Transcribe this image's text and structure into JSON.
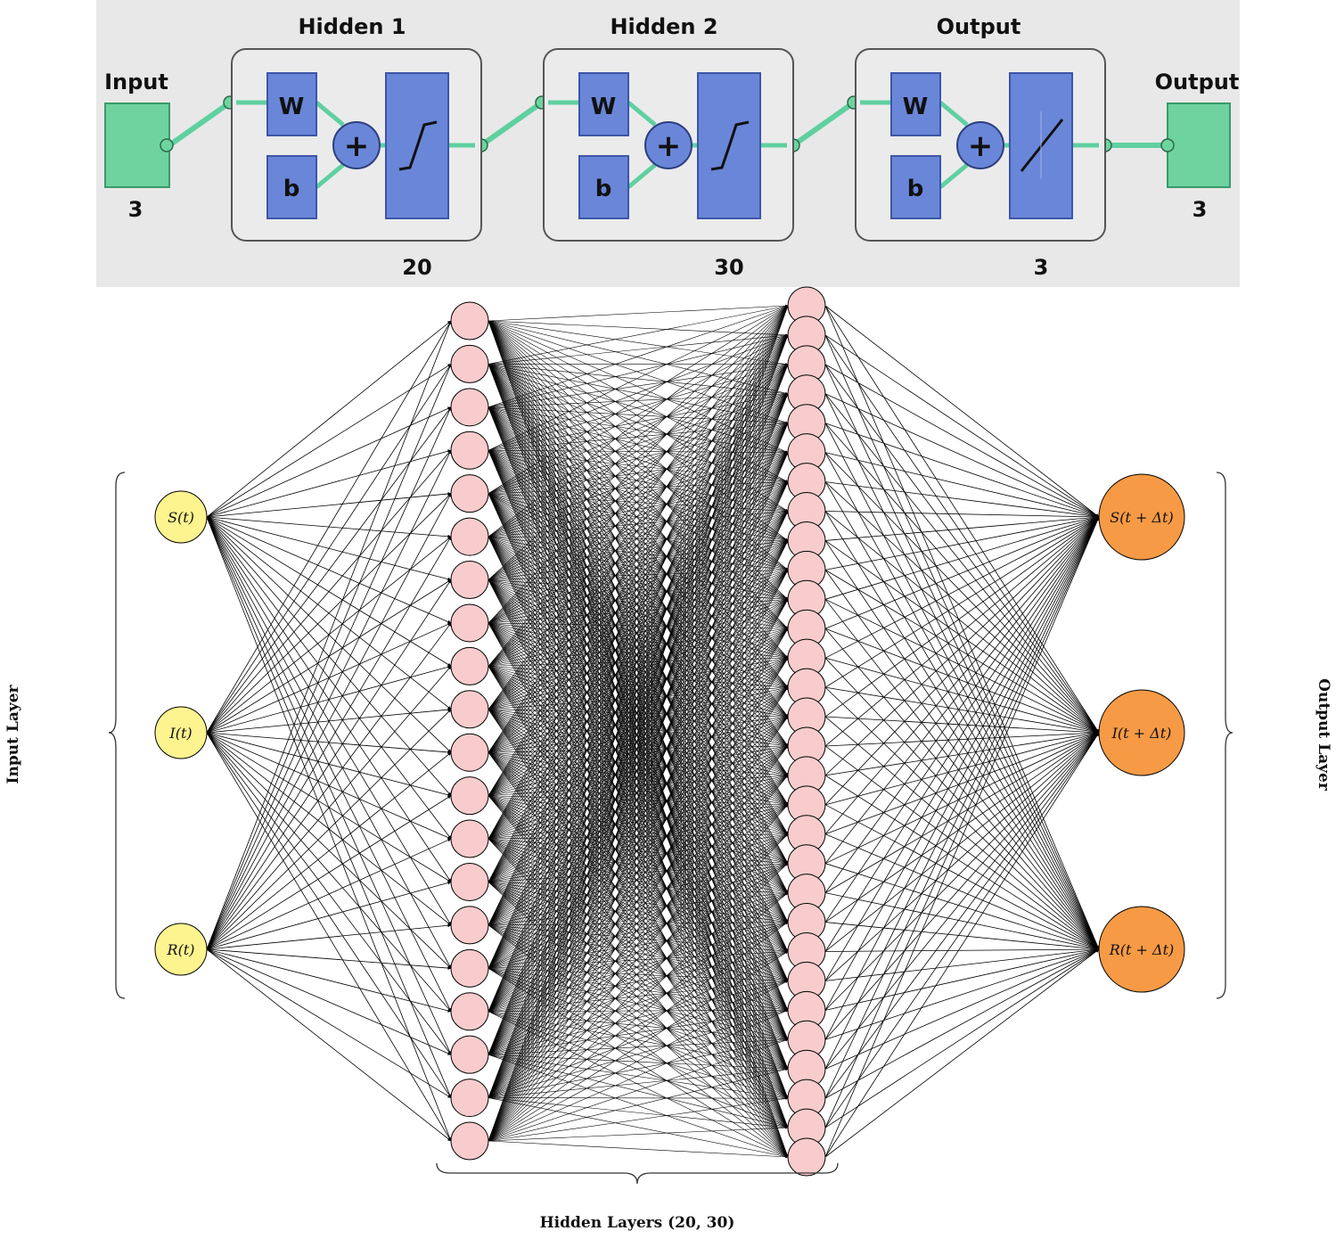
{
  "block_diagram": {
    "input": {
      "label": "Input",
      "size": "3"
    },
    "layers": [
      {
        "title": "Hidden 1",
        "w_label": "W",
        "b_label": "b",
        "neurons": "20",
        "transfer": "tansig"
      },
      {
        "title": "Hidden 2",
        "w_label": "W",
        "b_label": "b",
        "neurons": "30",
        "transfer": "tansig"
      },
      {
        "title": "Output",
        "w_label": "W",
        "b_label": "b",
        "neurons": "3",
        "transfer": "purelin"
      }
    ],
    "output": {
      "label": "Output",
      "size": "3"
    },
    "colors": {
      "panel_bg": "#e8e8e8",
      "box_fill": "#6a86d8",
      "io_fill": "#6fd39f",
      "connector": "#5fd0a0"
    }
  },
  "network": {
    "input_nodes": [
      "S(t)",
      "I(t)",
      "R(t)"
    ],
    "hidden1_count": 20,
    "hidden2_count": 30,
    "output_nodes": [
      "S(t + Δt)",
      "I(t + Δt)",
      "R(t + Δt)"
    ],
    "input_layer_label": "Input Layer",
    "output_layer_label": "Output Layer",
    "hidden_layers_label": "Hidden Layers (20, 30)",
    "colors": {
      "input": "#fdf38f",
      "hidden": "#f8cccc",
      "output": "#f79a45",
      "edge": "#000000"
    }
  }
}
